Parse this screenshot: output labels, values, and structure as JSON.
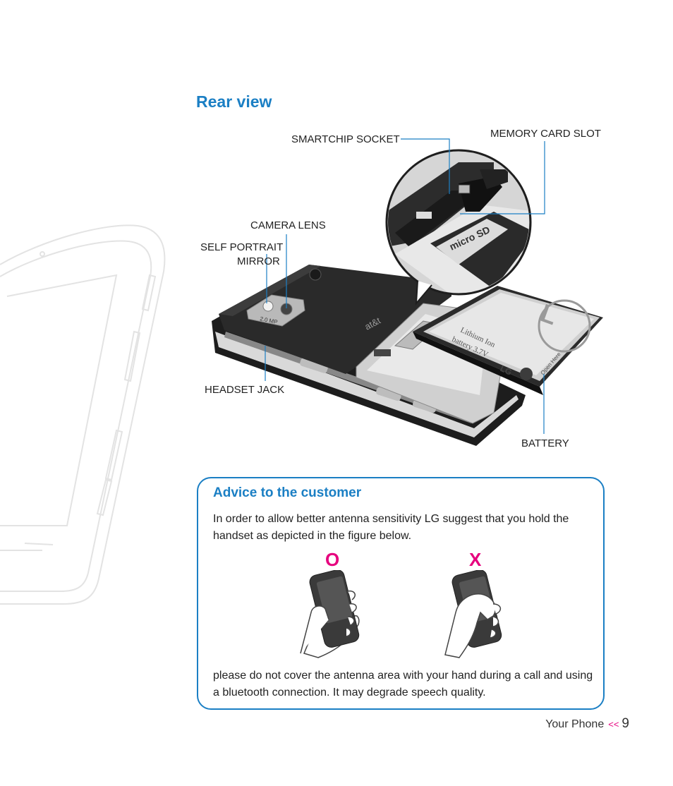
{
  "section": {
    "title": "Rear view"
  },
  "labels": {
    "smartchip_socket": "SMARTCHIP SOCKET",
    "memory_card_slot": "MEMORY CARD SLOT",
    "camera_lens": "CAMERA LENS",
    "self_portrait_line1": "SELF PORTRAIT",
    "self_portrait_line2": "MIRROR",
    "headset_jack": "HEADSET JACK",
    "battery": "BATTERY"
  },
  "phone_markings": {
    "carrier": "at&t",
    "battery_brand": "LG",
    "battery_line1": "Lithium Ion",
    "battery_line2": "battery 3.7V",
    "battery_open": "Open Here",
    "card_logo": "micro SD"
  },
  "advice": {
    "title": "Advice to the customer",
    "paragraph1": "In order to allow better antenna sensitivity LG suggest that you hold the handset as depicted in the figure below.",
    "correct_mark": "O",
    "wrong_mark": "X",
    "paragraph2": "please do not cover the antenna area with your hand during a call and using a bluetooth connection. It may degrade speech quality."
  },
  "footer": {
    "section": "Your Phone",
    "chevrons": "<<",
    "page": "9"
  },
  "colors": {
    "accent_blue": "#1b7fc4",
    "accent_magenta": "#e6007e"
  }
}
